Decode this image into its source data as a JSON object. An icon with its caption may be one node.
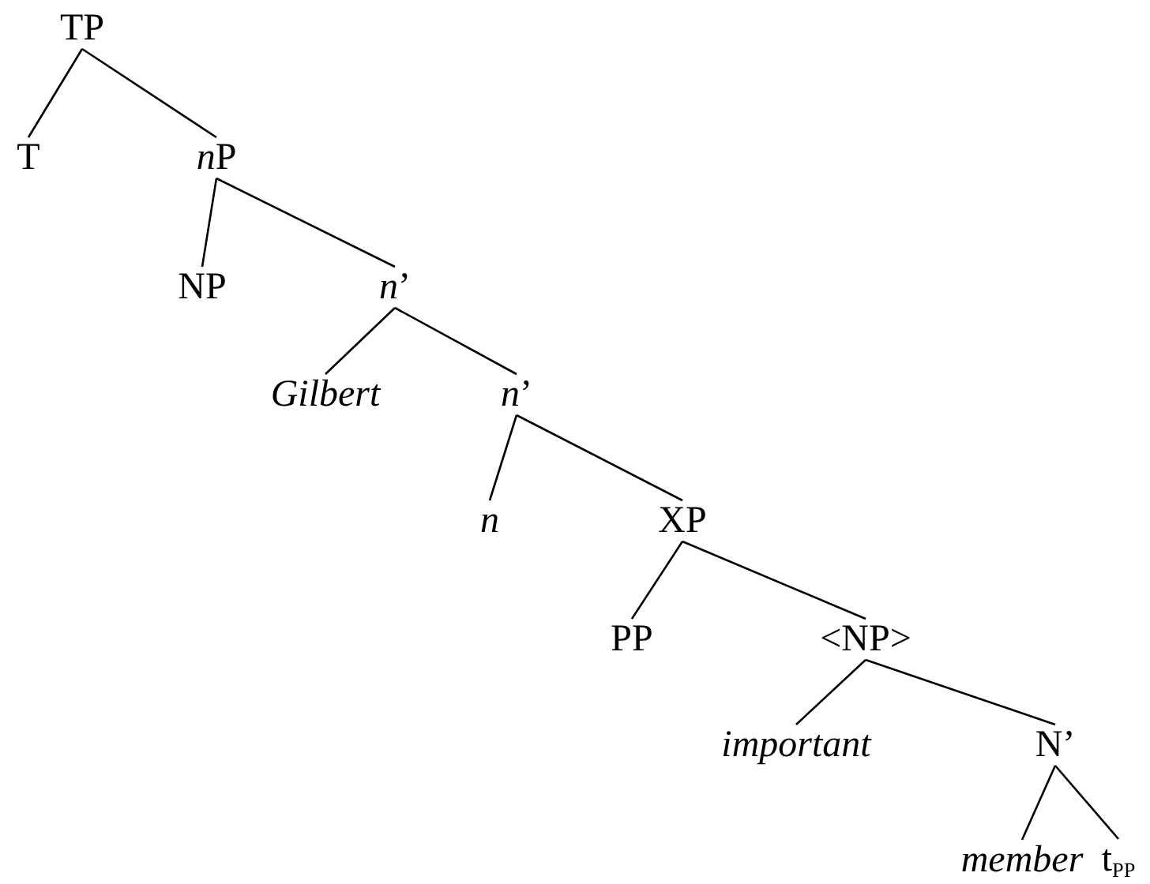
{
  "diagram": {
    "nodes": [
      {
        "text": [
          "TP"
        ]
      },
      {
        "text": [
          "T"
        ]
      },
      {
        "text": [
          "nP"
        ]
      },
      {
        "text": [
          "NP"
        ]
      },
      {
        "text": [
          "*n*’"
        ]
      },
      {
        "text": [
          "Gilbert"
        ]
      },
      {
        "text": [
          "*n*’"
        ]
      },
      {
        "text": [
          "n"
        ]
      },
      {
        "text": [
          "XP"
        ]
      },
      {
        "text": [
          "PP"
        ]
      },
      {
        "text": [
          "<NP>"
        ]
      },
      {
        "text": [
          "important"
        ]
      },
      {
        "text": [
          "N’"
        ]
      },
      {
        "text": [
          "member"
        ]
      },
      {
        "text": [
          "t$_{PP}$"
        ]
      }
    ],
    "edges": [
      {
        "from": 0,
        "to": 1,
        "arrow": "none"
      },
      {
        "from": 0,
        "to": 2,
        "arrow": "none"
      },
      {
        "from": 2,
        "to": 3,
        "arrow": "none"
      },
      {
        "from": 2,
        "to": 4,
        "arrow": "none"
      },
      {
        "from": 4,
        "to": 5,
        "arrow": "none"
      },
      {
        "from": 4,
        "to": 6,
        "arrow": "none"
      },
      {
        "from": 6,
        "to": 7,
        "arrow": "none"
      },
      {
        "from": 6,
        "to": 8,
        "arrow": "none"
      },
      {
        "from": 8,
        "to": 9,
        "arrow": "none"
      },
      {
        "from": 8,
        "to": 10,
        "arrow": "none"
      },
      {
        "from": 10,
        "to": 11,
        "arrow": "none"
      },
      {
        "from": 10,
        "to": 12,
        "arrow": "none"
      },
      {
        "from": 12,
        "to": 13,
        "arrow": "none"
      },
      {
        "from": 12,
        "to": 14,
        "arrow": "none"
      }
    ]
  }
}
